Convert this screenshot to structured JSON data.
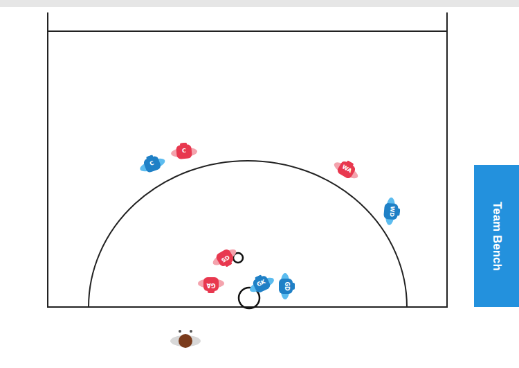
{
  "diagram": {
    "nodes": [
      {
        "text": [
          "C"
        ]
      },
      {
        "text": [
          "C"
        ]
      },
      {
        "text": [
          "WA"
        ]
      },
      {
        "text": [
          "WD"
        ]
      },
      {
        "text": [
          "GS"
        ]
      },
      {
        "text": [
          "GA"
        ]
      },
      {
        "text": [
          "GK"
        ]
      },
      {
        "text": [
          "GD"
        ]
      },
      {
        "text": [
          "Team Bench"
        ]
      }
    ]
  }
}
